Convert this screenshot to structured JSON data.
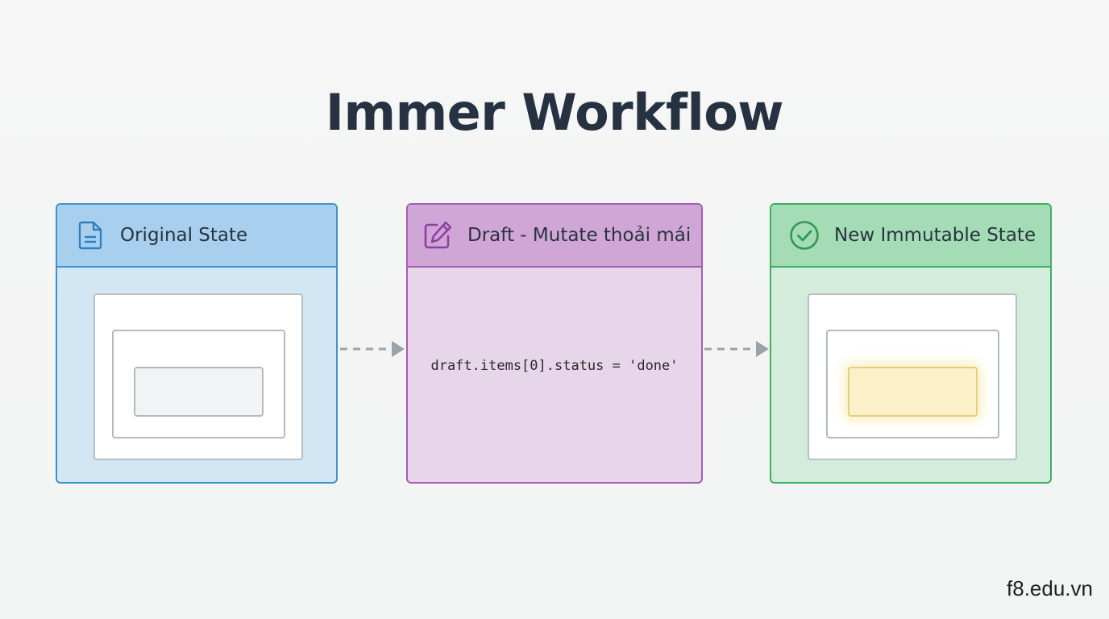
{
  "title": "Immer Workflow",
  "panels": {
    "original": {
      "label": "Original State",
      "icon": "document-icon",
      "color": "#3d93c9"
    },
    "draft": {
      "label": "Draft - Mutate thoải mái",
      "icon": "edit-icon",
      "color": "#a45fb4",
      "code": "draft.items[0].status = 'done'"
    },
    "new": {
      "label": "New Immutable State",
      "icon": "check-circle-icon",
      "color": "#3fae63",
      "changed_highlight_color": "#fbf0c8"
    }
  },
  "watermark": "f8.edu.vn"
}
